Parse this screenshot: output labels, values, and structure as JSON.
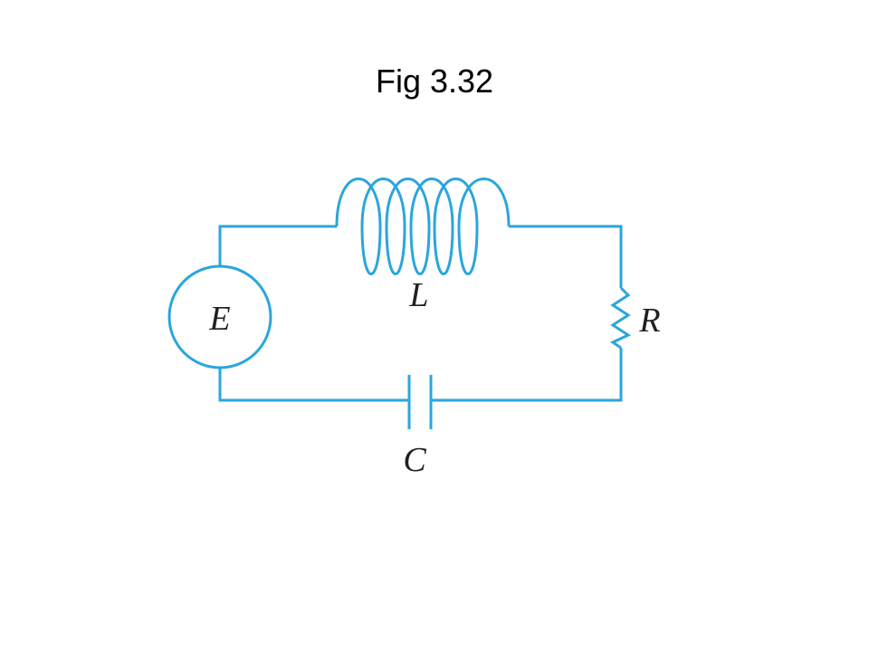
{
  "slide": {
    "title": "Fig 3.32"
  },
  "circuit": {
    "wire_color": "#2aa6dc",
    "label_color": "#231f20",
    "components": [
      {
        "id": "source",
        "type": "voltage-source",
        "label": "E"
      },
      {
        "id": "inductor",
        "type": "inductor",
        "label": "L"
      },
      {
        "id": "resistor",
        "type": "resistor",
        "label": "R"
      },
      {
        "id": "capacitor",
        "type": "capacitor",
        "label": "C"
      }
    ]
  }
}
